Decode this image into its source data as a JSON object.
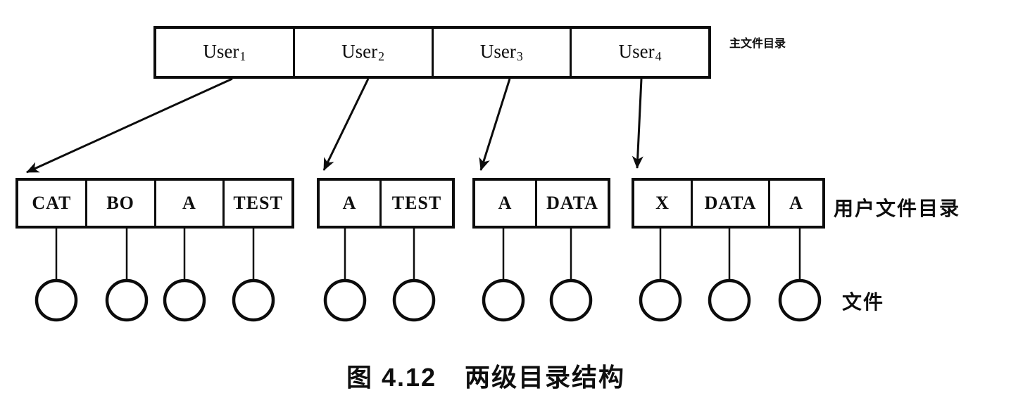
{
  "figure": {
    "caption_number": "图 4.12",
    "caption_title": "两级目录结构",
    "mfd_label": "主文件目录",
    "ufd_label": "用户文件目录",
    "files_label": "文件"
  },
  "colors": {
    "ink": "#0c0c0c",
    "background": "#ffffff"
  },
  "mfd": {
    "cells": [
      {
        "base": "User",
        "sub": "1"
      },
      {
        "base": "User",
        "sub": "2"
      },
      {
        "base": "User",
        "sub": "3"
      },
      {
        "base": "User",
        "sub": "4"
      }
    ]
  },
  "ufds": [
    {
      "owner": "User1",
      "entries": [
        "CAT",
        "BO",
        "A",
        "TEST"
      ],
      "file_count": 4
    },
    {
      "owner": "User2",
      "entries": [
        "A",
        "TEST"
      ],
      "file_count": 2
    },
    {
      "owner": "User3",
      "entries": [
        "A",
        "DATA"
      ],
      "file_count": 2
    },
    {
      "owner": "User4",
      "entries": [
        "X",
        "DATA",
        "A"
      ],
      "file_count": 3
    }
  ]
}
